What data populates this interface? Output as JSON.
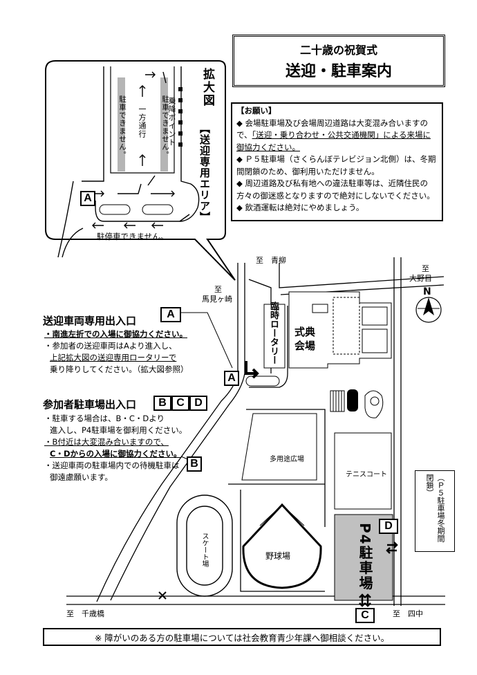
{
  "title": {
    "line1": "二十歳の祝賀式",
    "line2": "送迎・駐車案内"
  },
  "request": {
    "heading": "【お願い】",
    "items": [
      {
        "bullet": "◆",
        "text_a": "会場駐車場及び会場周辺道路は大変混み合いますので、",
        "text_u": "「送迎・乗り合わせ・公共交通機関」による来場に御協力ください。"
      },
      {
        "bullet": "◆",
        "text_a": "Ｐ５駐車場（さくらんぼテレビジョン北側）は、冬期間閉鎖のため、御利用いただけません。",
        "text_u": ""
      },
      {
        "bullet": "◆",
        "text_a": "周辺道路及び私有地への違法駐車等は、近隣住民の方々の御迷惑となりますので絶対にしないでください。",
        "text_u": ""
      },
      {
        "bullet": "◆",
        "text_a": "飲酒運転は絶対にやめましょう。",
        "text_u": ""
      }
    ]
  },
  "inset": {
    "title_kaku": "拡大図",
    "title_area": "【送迎専用エリア】",
    "no_parking_left": "駐車できません。",
    "no_parking_right": "駐車できません。",
    "one_way": "一方通行",
    "drop_point": "乗降ポイント",
    "no_stop": "駐停車できません。",
    "entrance_label": "A"
  },
  "section_a": {
    "heading": "送迎車両専用出入口",
    "label": "A",
    "notes": [
      {
        "text": "・南進左折での入場に御協力ください。",
        "style": "bold-underline"
      },
      {
        "text": "・参加者の送迎車両はAより進入し、",
        "style": "normal"
      },
      {
        "text": "上記拡大図の送迎専用ロータリーで",
        "style": "underline"
      },
      {
        "text": "乗り降りしてください。（拡大図参照）",
        "style": "mixed"
      }
    ]
  },
  "section_b": {
    "heading": "参加者駐車場出入口",
    "labels": [
      "B",
      "C",
      "D"
    ],
    "notes": [
      "・駐車する場合は、B・C・Dより",
      "進入し、P4駐車場を御利用ください。",
      "・B付近は大変混み合いますので、",
      "C・Dからの入場に御協力ください。",
      "・送迎車両の駐車場内での待機駐車は",
      "御遠慮願います。"
    ]
  },
  "map": {
    "to_aoyagi": "至　青柳",
    "to_omorime_1": "至",
    "to_omorime_2": "大野目",
    "to_mamigasaki_1": "至",
    "to_mamigasaki_2": "馬見ヶ崎",
    "to_senzaibashi": "至　千歳橋",
    "to_shinaka": "至　四中",
    "temp_rotary": "臨時ロータリー",
    "ceremony_hall": "式典会場",
    "multipurpose": "多用途広場",
    "tennis": "テニスコート",
    "baseball": "野球場",
    "skate": "スケート場",
    "p4": "P4駐車場",
    "p5_note": "（Ｐ５駐車場冬期間閉鎖）",
    "north": "N",
    "gate_a": "A",
    "gate_b": "B",
    "gate_c": "C",
    "gate_d": "D"
  },
  "footer": "※ 障がいのある方の駐車場については社会教育青少年課へ御相談ください。",
  "colors": {
    "p4_fill": "#c0c0c0",
    "no_parking_strip": "#b5b5b5"
  }
}
